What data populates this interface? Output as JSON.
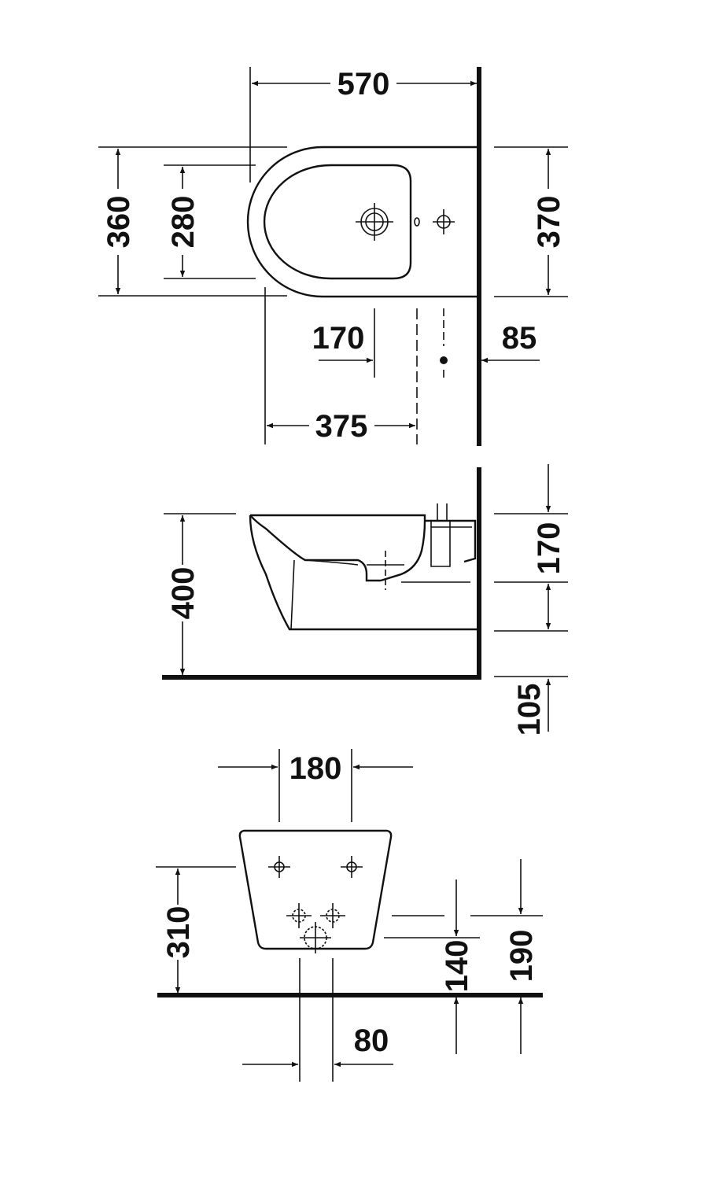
{
  "colors": {
    "ink": "#111111",
    "paper": "#ffffff"
  },
  "top_view": {
    "depth_total": "570",
    "width_outer": "360",
    "width_inner": "280",
    "width_right": "370",
    "hole_offset": "170",
    "wall_offset": "85",
    "fixing_depth": "375"
  },
  "side_view": {
    "height_total": "400",
    "top_to_outlet": "170",
    "floor_clearance": "105"
  },
  "back_view": {
    "fixing_spacing": "180",
    "fixing_height": "310",
    "supply_height": "140",
    "outlet_height": "190",
    "outlet_spacing": "80"
  }
}
